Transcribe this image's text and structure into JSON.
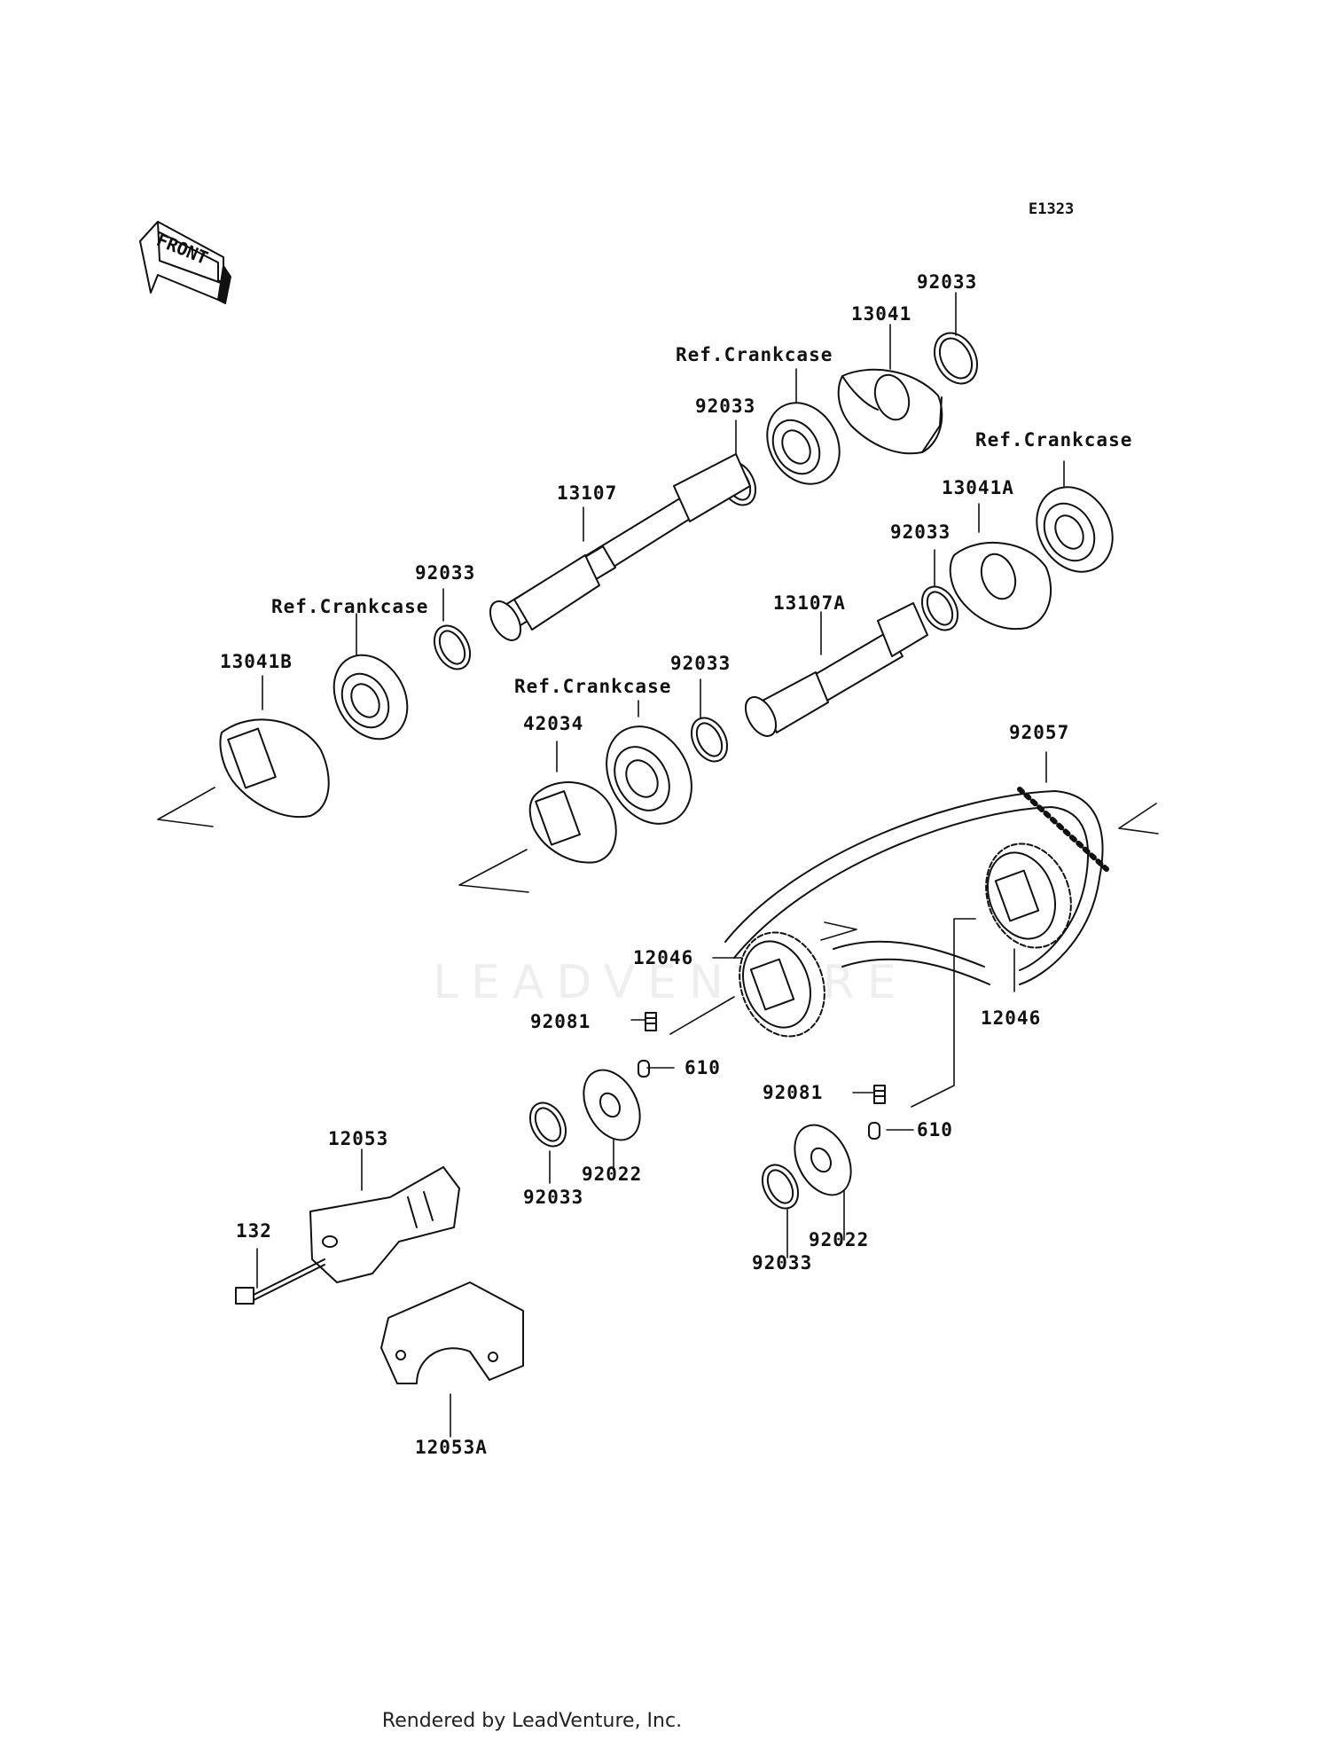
{
  "diagram": {
    "code": "E1323",
    "front_label": "FRONT",
    "watermark": "LEADVENTURE",
    "footer": "Rendered by LeadVenture, Inc.",
    "labels": [
      {
        "id": "p1",
        "text": "92033"
      },
      {
        "id": "p2",
        "text": "13041"
      },
      {
        "id": "p3",
        "text": "Ref.Crankcase"
      },
      {
        "id": "p4",
        "text": "92033"
      },
      {
        "id": "p5",
        "text": "Ref.Crankcase"
      },
      {
        "id": "p6",
        "text": "13107"
      },
      {
        "id": "p7",
        "text": "13041A"
      },
      {
        "id": "p8",
        "text": "92033"
      },
      {
        "id": "p9",
        "text": "92033"
      },
      {
        "id": "p10",
        "text": "Ref.Crankcase"
      },
      {
        "id": "p11",
        "text": "13107A"
      },
      {
        "id": "p12",
        "text": "13041B"
      },
      {
        "id": "p13",
        "text": "92033"
      },
      {
        "id": "p14",
        "text": "Ref.Crankcase"
      },
      {
        "id": "p15",
        "text": "42034"
      },
      {
        "id": "p16",
        "text": "92057"
      },
      {
        "id": "p17",
        "text": "12046"
      },
      {
        "id": "p18",
        "text": "12046"
      },
      {
        "id": "p19",
        "text": "92081"
      },
      {
        "id": "p20",
        "text": "610"
      },
      {
        "id": "p21",
        "text": "92081"
      },
      {
        "id": "p22",
        "text": "610"
      },
      {
        "id": "p23",
        "text": "12053"
      },
      {
        "id": "p24",
        "text": "92033"
      },
      {
        "id": "p25",
        "text": "92022"
      },
      {
        "id": "p26",
        "text": "132"
      },
      {
        "id": "p27",
        "text": "92033"
      },
      {
        "id": "p28",
        "text": "92022"
      },
      {
        "id": "p29",
        "text": "12053A"
      }
    ]
  }
}
